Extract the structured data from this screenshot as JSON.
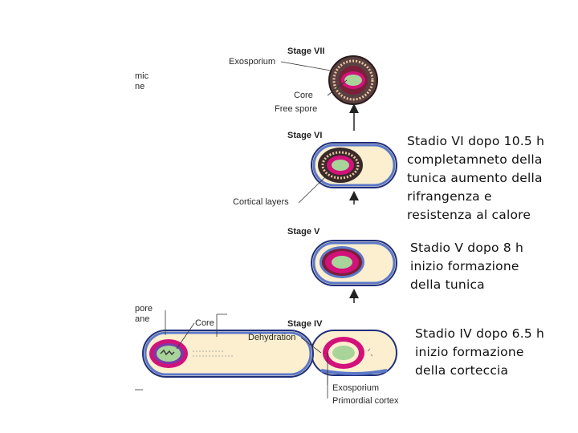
{
  "figure": {
    "labels": {
      "cut_top_1": "mic",
      "cut_top_2": "ne",
      "cut_mid_1": "pore",
      "cut_mid_2": "ane",
      "exosporium_top": "Exosporium",
      "core_top": "Core",
      "free_spore": "Free spore",
      "cortical_layers": "Cortical layers",
      "core_left": "Core",
      "dehydration": "Dehydration",
      "exosporium_bottom": "Exosporium",
      "primordial_cortex": "Primordial cortex"
    },
    "stages": {
      "stage7": "Stage VII",
      "stage6": "Stage VI",
      "stage5": "Stage V",
      "stage4": "Stage IV"
    }
  },
  "notes": {
    "stage6": [
      "Stadio VI dopo 10.5 h",
      "completamneto della",
      "tunica aumento della",
      "rifrangenza e",
      "resistenza al calore"
    ],
    "stage5": [
      "Stadio V dopo 8 h",
      "inizio formazione",
      "della tunica"
    ],
    "stage4": [
      "Stadio IV dopo 6.5 h",
      "inizio formazione",
      "della corteccia"
    ]
  },
  "colors": {
    "cell_fill": "#fbefcf",
    "cell_outline": "#1f2f7a",
    "membrane_blue": "#5d78c8",
    "cortex_magenta": "#d2127a",
    "core_green": "#a8d49a",
    "spore_dark": "#3a2a2a"
  }
}
